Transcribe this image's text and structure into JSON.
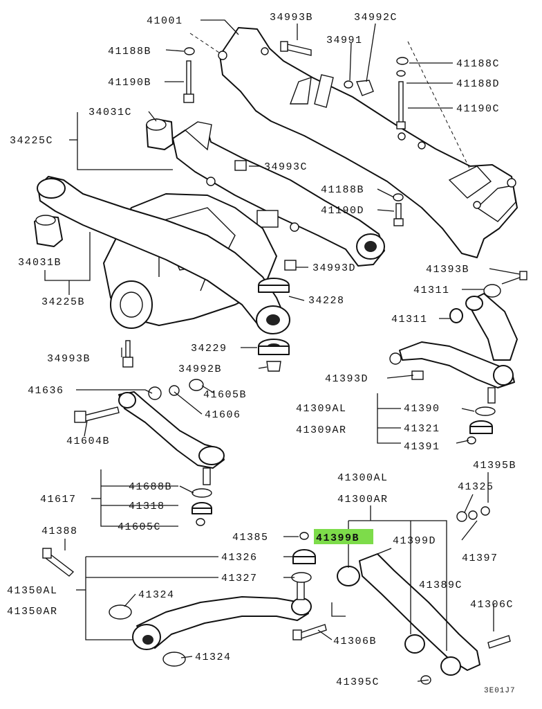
{
  "labels": {
    "p41001": "41001",
    "p34993B": "34993B",
    "p34992C": "34992C",
    "p41188B_top": "41188B",
    "p34991": "34991",
    "p41188C": "41188C",
    "p41190B": "41190B",
    "p41188D": "41188D",
    "p34031C": "34031C",
    "p41190C": "41190C",
    "p34225C": "34225C",
    "p34993C": "34993C",
    "p41188B_mid": "41188B",
    "p41190D": "41190D",
    "p34031B": "34031B",
    "p34993D": "34993D",
    "p41393B": "41393B",
    "p34225B": "34225B",
    "p34228": "34228",
    "p41311a": "41311",
    "p41311b": "41311",
    "p34229": "34229",
    "p34993B_low": "34993B",
    "p34992B": "34992B",
    "p41393D": "41393D",
    "p41636": "41636",
    "p41605B": "41605B",
    "p41309AL": "41309AL",
    "p41390": "41390",
    "p41606": "41606",
    "p41604B": "41604B",
    "p41309AR": "41309AR",
    "p41321": "41321",
    "p41391": "41391",
    "p41395B": "41395B",
    "p41300AL": "41300AL",
    "p41688B": "41688B",
    "p41325": "41325",
    "p41617": "41617",
    "p41300AR": "41300AR",
    "p41318": "41318",
    "p41605C": "41605C",
    "p41397": "41397",
    "p41388": "41388",
    "p41385": "41385",
    "p41399B": "41399B",
    "p41399D": "41399D",
    "p41326": "41326",
    "p41327": "41327",
    "p41389C": "41389C",
    "p41350AL": "41350AL",
    "p41324a": "41324",
    "p41306C": "41306C",
    "p41350AR": "41350AR",
    "p41306B": "41306B",
    "p41324b": "41324",
    "p41395C": "41395C",
    "diagram_code": "3E01J7"
  },
  "highlight_color": "#7ddc4a"
}
